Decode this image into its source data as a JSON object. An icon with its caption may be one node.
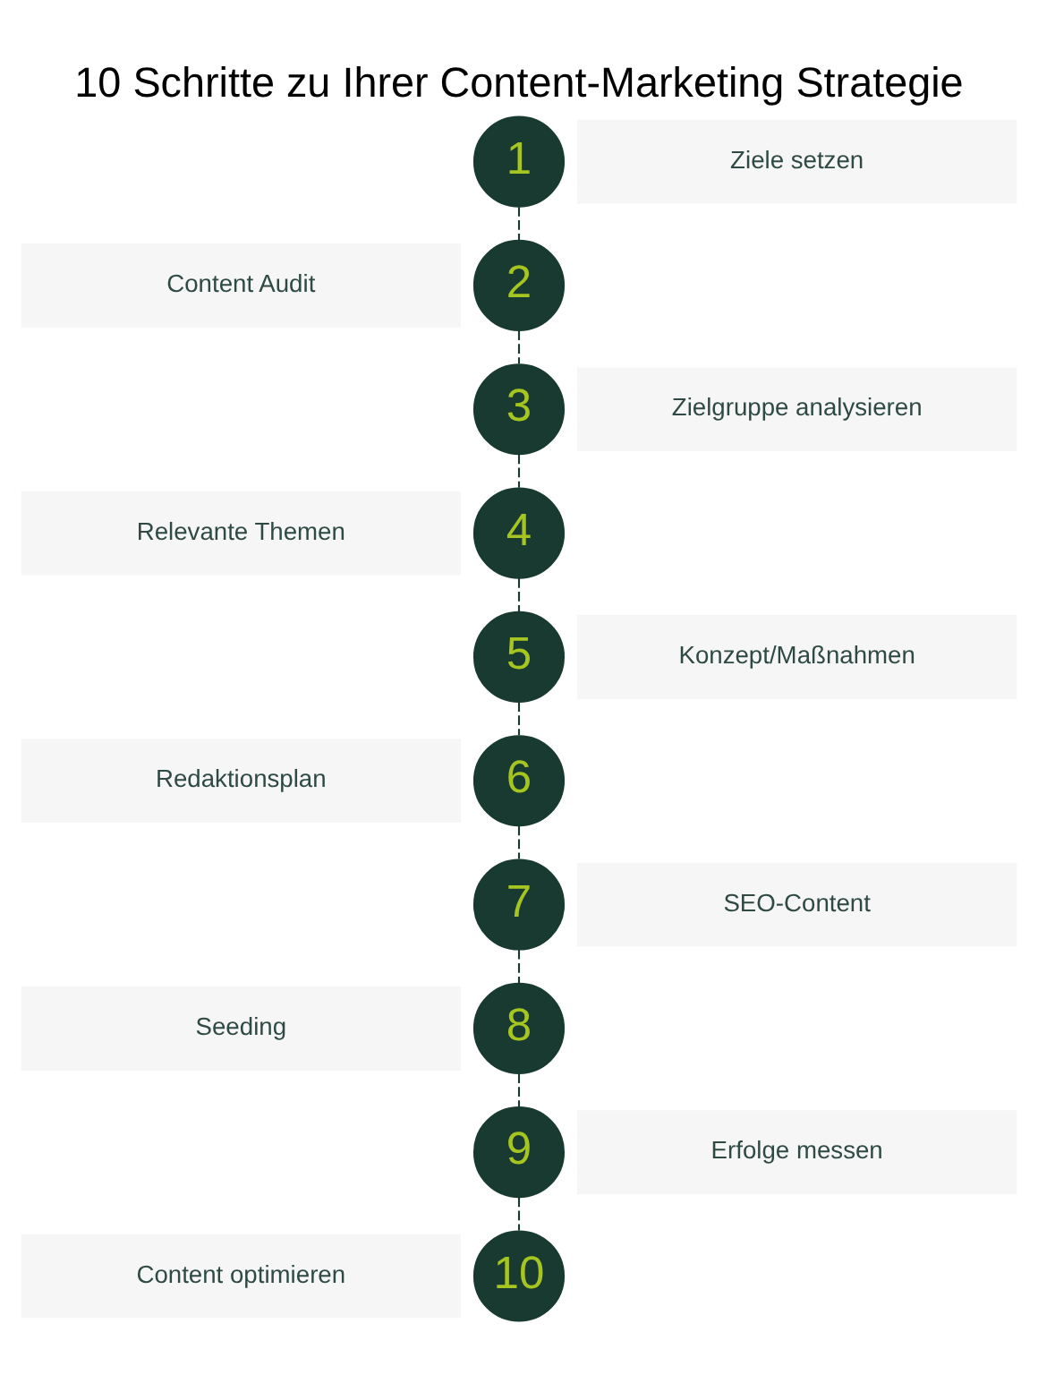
{
  "diagram": {
    "title": "10 Schritte zu Ihrer Content-Marketing Strategie",
    "nodes": [
      {
        "text": [
          "1"
        ]
      },
      {
        "text": [
          "Ziele setzen"
        ]
      },
      {
        "text": [
          "Content Audit"
        ]
      },
      {
        "text": [
          "2"
        ]
      },
      {
        "text": [
          "3"
        ]
      },
      {
        "text": [
          "Zielgruppe analysieren"
        ]
      },
      {
        "text": [
          "Relevante Themen"
        ]
      },
      {
        "text": [
          "4"
        ]
      },
      {
        "text": [
          "5"
        ]
      },
      {
        "text": [
          "Konzept/Maßnahmen"
        ]
      },
      {
        "text": [
          "Redaktionsplan"
        ]
      },
      {
        "text": [
          "6"
        ]
      },
      {
        "text": [
          "7"
        ]
      },
      {
        "text": [
          "SEO-Content"
        ]
      },
      {
        "text": [
          "Seeding"
        ]
      },
      {
        "text": [
          "8"
        ]
      },
      {
        "text": [
          "9"
        ]
      },
      {
        "text": [
          "Erfolge messen"
        ]
      },
      {
        "text": [
          "Content optimieren"
        ]
      },
      {
        "text": [
          "10"
        ]
      }
    ],
    "edges": [
      {
        "from": 0,
        "to": 3,
        "arrow": "none",
        "style": "dashed"
      },
      {
        "from": 3,
        "to": 4,
        "arrow": "none",
        "style": "dashed"
      },
      {
        "from": 4,
        "to": 7,
        "arrow": "none",
        "style": "dashed"
      },
      {
        "from": 7,
        "to": 8,
        "arrow": "none",
        "style": "dashed"
      },
      {
        "from": 8,
        "to": 11,
        "arrow": "none",
        "style": "dashed"
      },
      {
        "from": 11,
        "to": 12,
        "arrow": "none",
        "style": "dashed"
      },
      {
        "from": 12,
        "to": 15,
        "arrow": "none",
        "style": "dashed"
      },
      {
        "from": 15,
        "to": 16,
        "arrow": "none",
        "style": "dashed"
      },
      {
        "from": 16,
        "to": 19,
        "arrow": "none",
        "style": "dashed"
      }
    ]
  }
}
